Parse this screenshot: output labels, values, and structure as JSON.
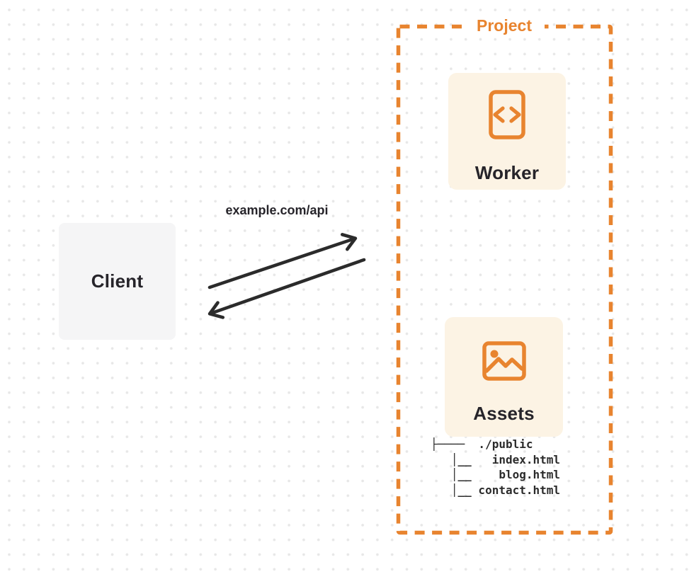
{
  "diagram": {
    "title": "Project",
    "colors": {
      "accent_orange": "#E8842F",
      "node_fill_cream": "#FCF3E4",
      "client_fill_gray": "#F5F5F6",
      "arrow_dark": "#2B2B2B",
      "text_dark": "#26242A",
      "dot_grid": "#E7E7E7"
    },
    "client": {
      "label": "Client"
    },
    "connection": {
      "label": "example.com/api"
    },
    "project": {
      "label": "Project",
      "worker": {
        "label": "Worker",
        "icon": "code-document-icon"
      },
      "assets": {
        "label": "Assets",
        "icon": "image-icon",
        "file_tree_text": "├────  ./public\n   │__   index.html\n   │__    blog.html\n   │__ contact.html",
        "files": [
          "./public",
          "index.html",
          "blog.html",
          "contact.html"
        ]
      }
    }
  }
}
